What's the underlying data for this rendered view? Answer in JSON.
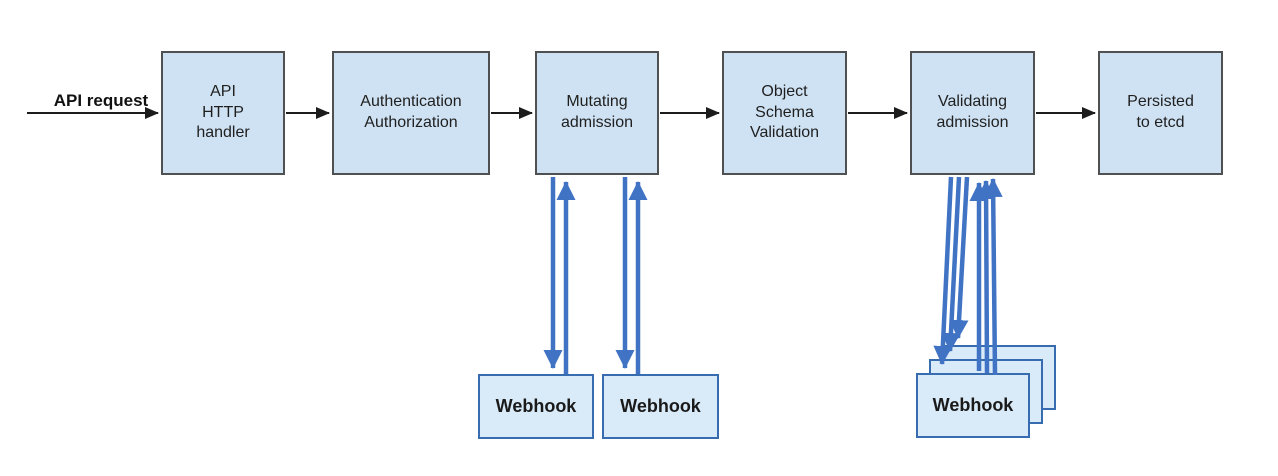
{
  "flow": {
    "input_label": "API request",
    "stages": {
      "api_http_handler": "API\nHTTP\nhandler",
      "authentication_authorization": "Authentication\nAuthorization",
      "mutating_admission": "Mutating\nadmission",
      "object_schema_validation": "Object\nSchema\nValidation",
      "validating_admission": "Validating\nadmission",
      "persisted_to_etcd": "Persisted\nto etcd"
    },
    "webhook_label": "Webhook"
  },
  "colors": {
    "stage_fill": "#cfe2f3",
    "stage_border": "#4f5052",
    "webhook_fill": "#d9eaf8",
    "webhook_border": "#386cb0",
    "flow_arrow": "#1c1c1c",
    "webhook_arrow": "#4173c4"
  }
}
